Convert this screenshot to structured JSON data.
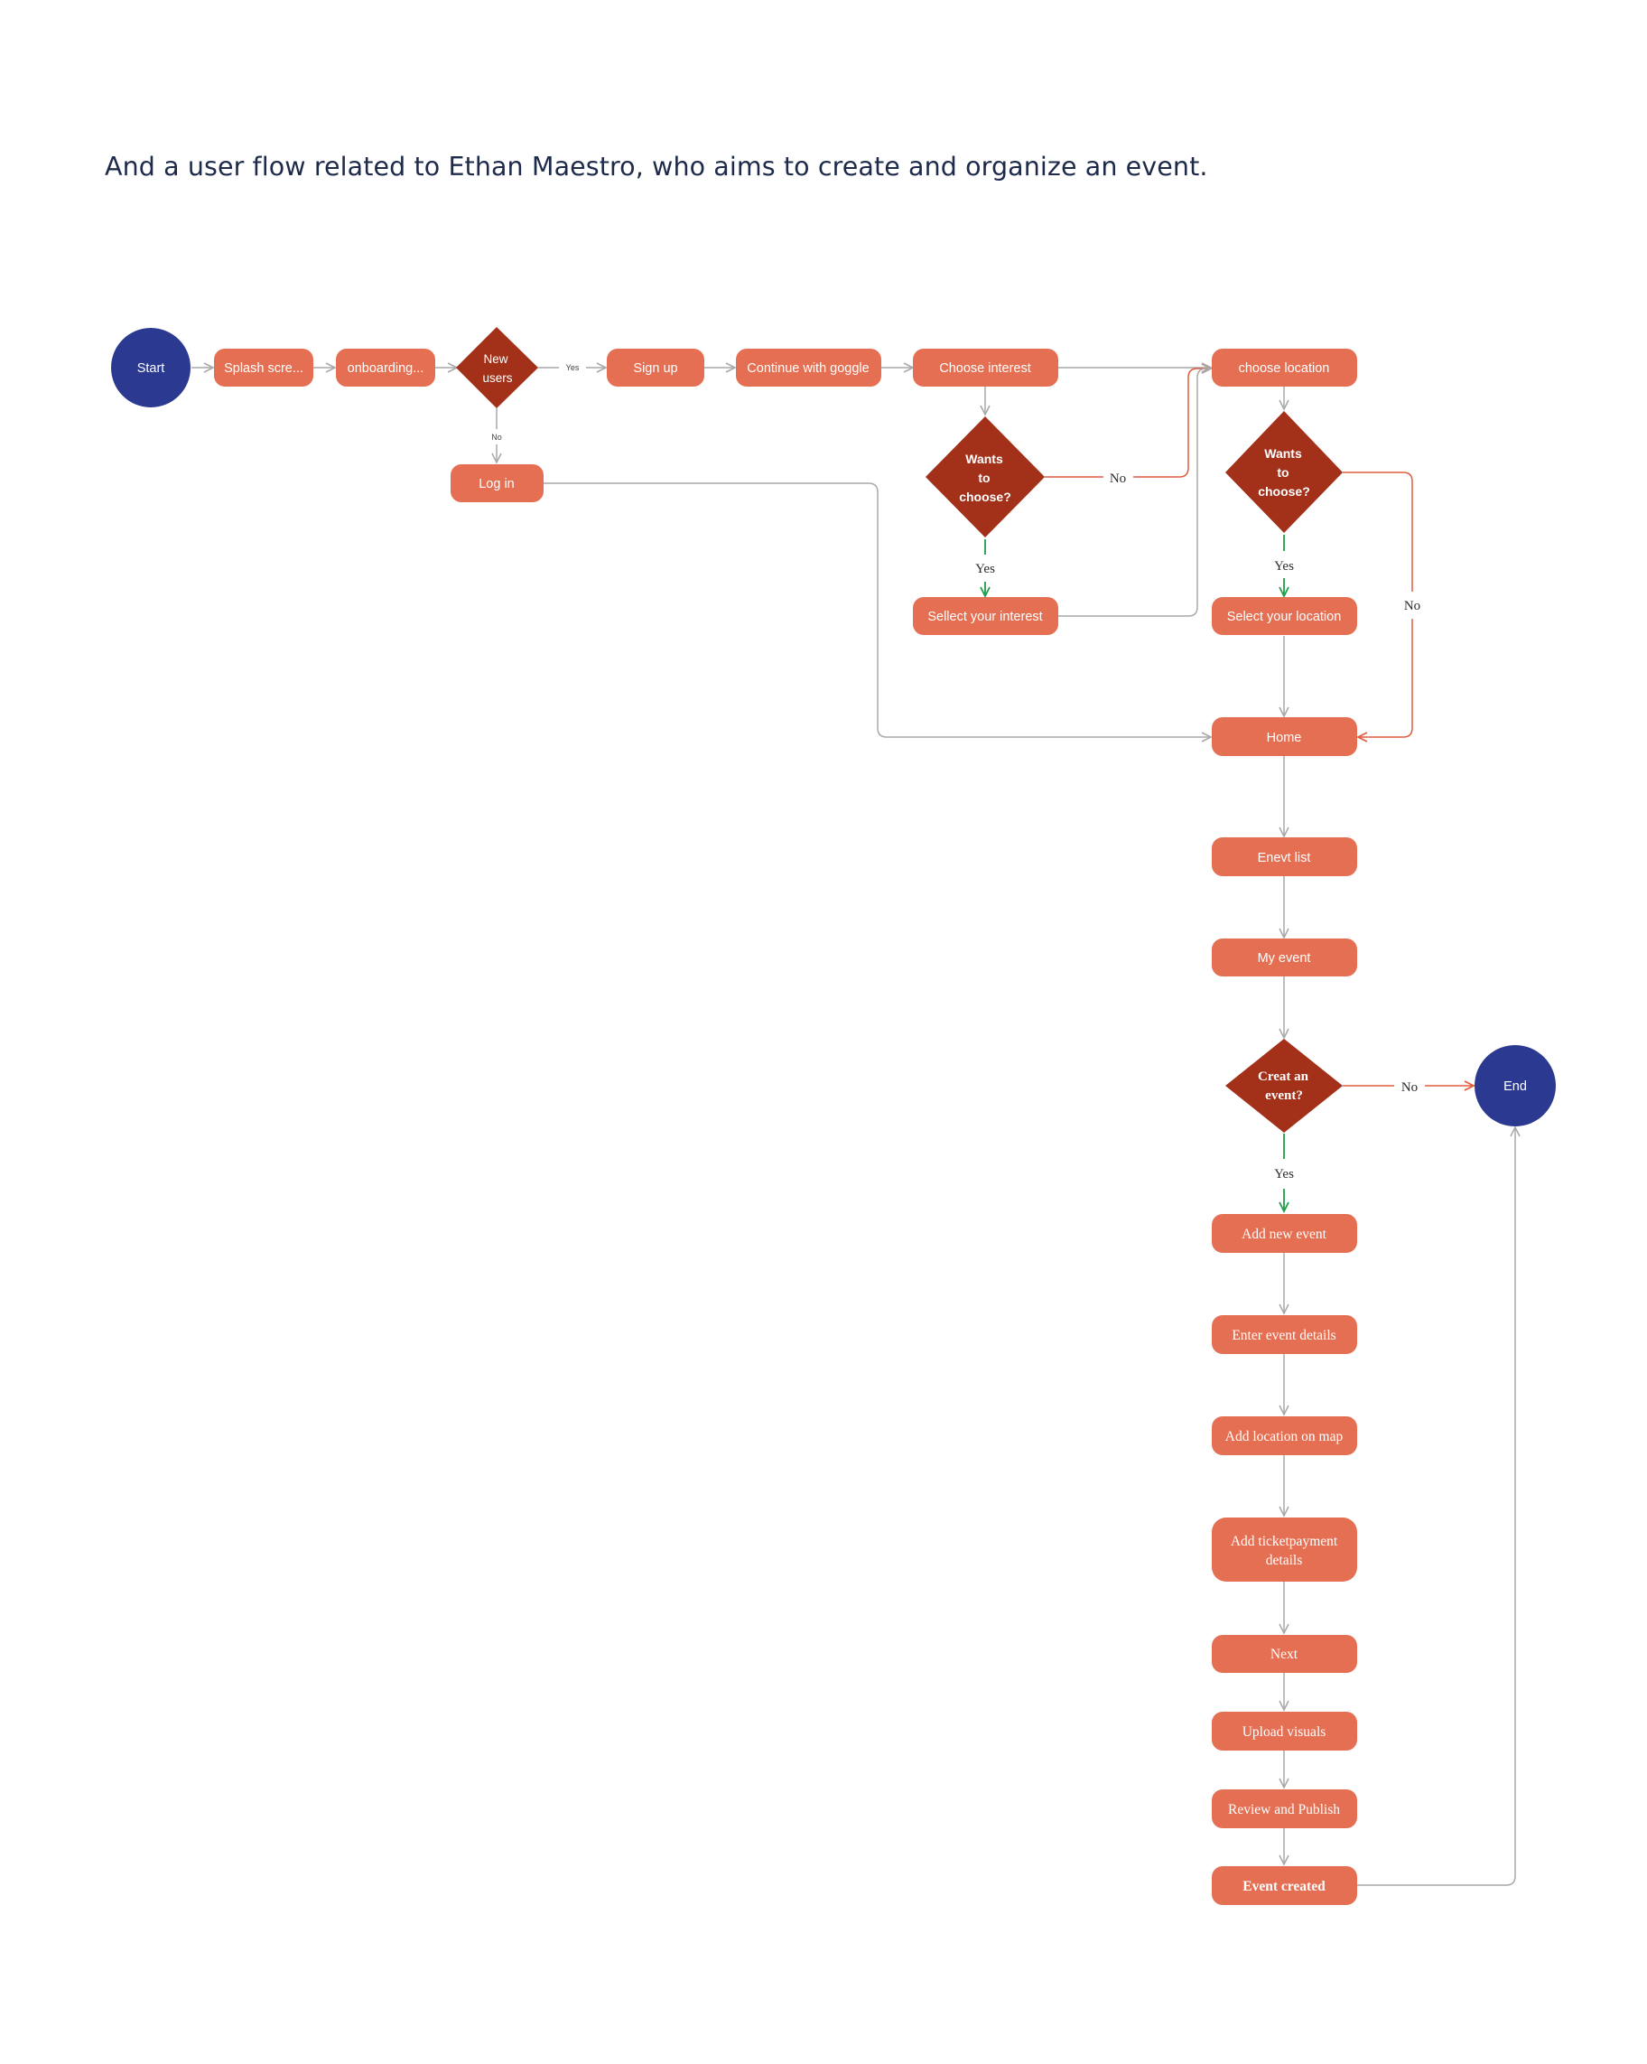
{
  "heading": "And a user flow related to Ethan Maestro, who aims to create and organize an event.",
  "colors": {
    "circle": "#2b3990",
    "process": "#e56f52",
    "decision": "#a3311a",
    "connector": "#a9a9a9",
    "yes": "#1f9d4a",
    "no": "#e25c3f"
  },
  "nodes": {
    "start": "Start",
    "splash": "Splash scre...",
    "onboarding": "onboarding...",
    "new_users": [
      "New",
      "users"
    ],
    "login": "Log in",
    "signup": "Sign up",
    "google": "Continue with goggle",
    "choose_interest": "Choose interest",
    "wants_interest": [
      "Wants",
      "to",
      "choose?"
    ],
    "select_interest": "Sellect your interest",
    "choose_location": "choose location",
    "wants_location": [
      "Wants",
      "to",
      "choose?"
    ],
    "select_location": "Select your location",
    "home": "Home",
    "event_list": "Enevt list",
    "my_event": "My event",
    "create_event": [
      "Creat an",
      "event?"
    ],
    "end": "End",
    "add_new_event": "Add new event",
    "enter_details": "Enter event details",
    "add_location": "Add location on map",
    "add_ticket": [
      "Add ticketpayment",
      "details"
    ],
    "next": "Next",
    "upload": "Upload visuals",
    "review": "Review and Publish",
    "created": "Event created"
  },
  "edge_labels": {
    "newusers_yes": "Yes",
    "newusers_no": "No",
    "interest_no": "No",
    "interest_yes": "Yes",
    "location_yes": "Yes",
    "location_no": "No",
    "create_no": "No",
    "create_yes": "Yes"
  }
}
